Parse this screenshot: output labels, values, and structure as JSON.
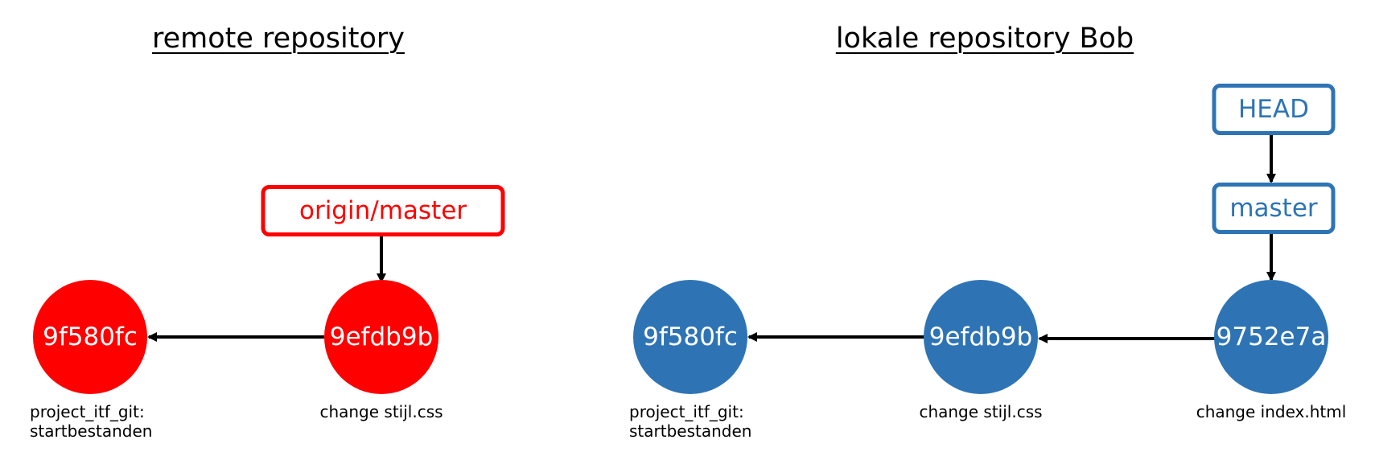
{
  "remote": {
    "title": "remote repository",
    "branch_label": "origin/master",
    "commits": [
      {
        "hash": "9f580fc",
        "message": "project_itf_git:\nstartbestanden"
      },
      {
        "hash": "9efdb9b",
        "message": "change stijl.css"
      }
    ]
  },
  "local": {
    "title": "lokale repository Bob",
    "head_label": "HEAD",
    "branch_label": "master",
    "commits": [
      {
        "hash": "9f580fc",
        "message": "project_itf_git:\nstartbestanden"
      },
      {
        "hash": "9efdb9b",
        "message": "change stijl.css"
      },
      {
        "hash": "9752e7a",
        "message": "change index.html"
      }
    ]
  },
  "colors": {
    "remote": "#ff0000",
    "local": "#2e74b5",
    "arrow": "#000000"
  }
}
